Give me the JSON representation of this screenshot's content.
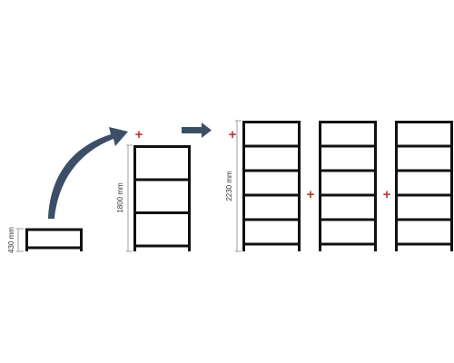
{
  "dimensions": {
    "base": "430 mm",
    "medium": "1800 mm",
    "tall": "2230 mm"
  },
  "symbols": {
    "plus": "+",
    "curved_arrow": "curved-arrow-icon",
    "straight_arrow": "right-arrow-icon"
  },
  "colors": {
    "frame": "#111111",
    "arrow": "#3d4f66",
    "plus": "#c0392b",
    "dimension_line": "#888888",
    "text": "#333333"
  }
}
